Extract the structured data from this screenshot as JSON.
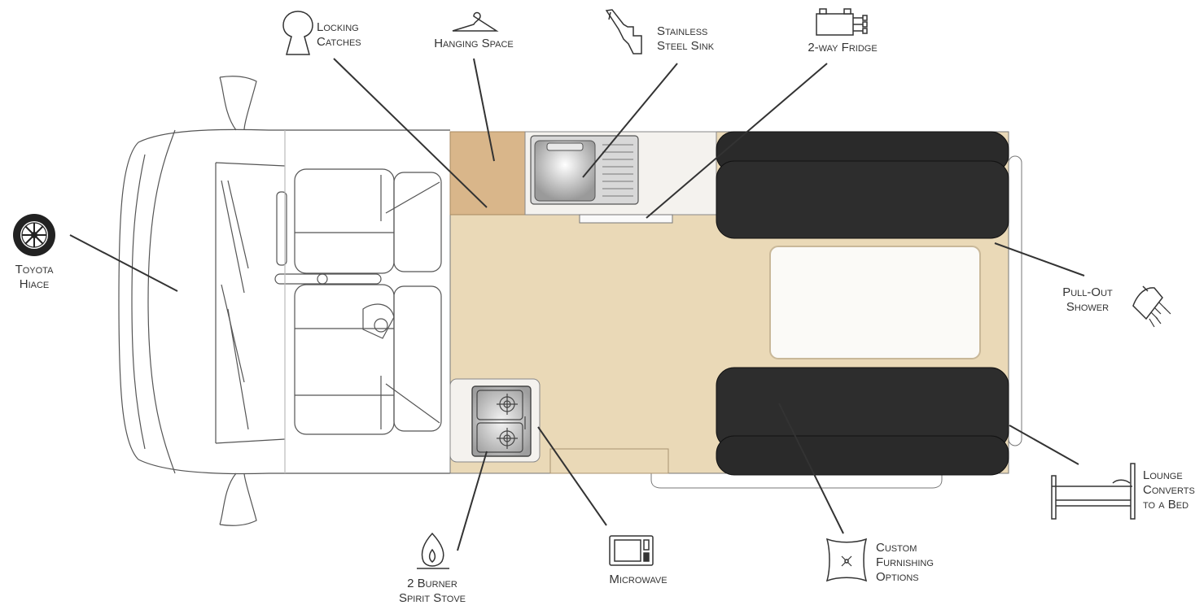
{
  "labels": {
    "locking": {
      "line1": "Locking",
      "line2": "Catches"
    },
    "hanging": {
      "line1": "Hanging Space"
    },
    "sink": {
      "line1": "Stainless",
      "line2": "Steel Sink"
    },
    "fridge": {
      "line1": "2-way Fridge"
    },
    "toyota": {
      "line1": "Toyota",
      "line2": "Hiace"
    },
    "shower": {
      "line1": "Pull-Out",
      "line2": "Shower"
    },
    "bed": {
      "line1": "Lounge",
      "line2": "Converts",
      "line3": "to a Bed"
    },
    "stove": {
      "line1": "2 Burner",
      "line2": "Spirit Stove"
    },
    "microwave": {
      "line1": "Microwave"
    },
    "furnishing": {
      "line1": "Custom",
      "line2": "Furnishing",
      "line3": "Options"
    }
  },
  "icons": [
    "keyhole-icon",
    "hanger-icon",
    "tap-icon",
    "battery-fridge-icon",
    "wheel-icon",
    "shower-head-icon",
    "bed-icon",
    "flame-icon",
    "microwave-icon",
    "cushion-icon"
  ],
  "colors": {
    "floor": "#ead9b7",
    "hanging_space": "#d9b68a",
    "cushion": "#2a2a2a",
    "table": "#fbfaf7",
    "line": "#333333"
  }
}
